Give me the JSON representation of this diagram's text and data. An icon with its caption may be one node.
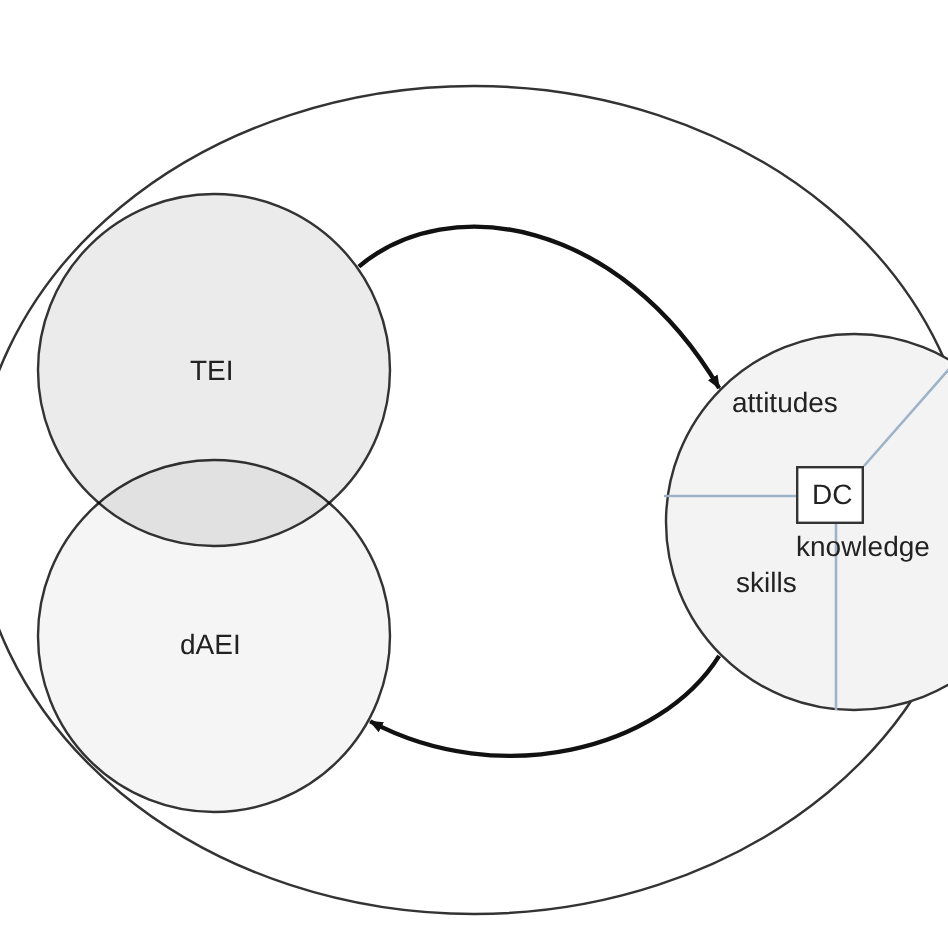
{
  "diagram": {
    "nodes": [
      {
        "text": [],
        "shape": "ellipse"
      },
      {
        "text": [
          "TEI"
        ],
        "in": 0
      },
      {
        "text": [
          "dAEI"
        ],
        "in": 0
      },
      {
        "text": [
          "attitudes",
          "knowledge",
          "skills"
        ]
      },
      {
        "text": [
          "DC"
        ],
        "in": 3
      }
    ],
    "edges": [
      {
        "from": 1,
        "to": 3,
        "arrow": "to"
      },
      {
        "from": 3,
        "to": 2,
        "arrow": "to"
      }
    ]
  }
}
